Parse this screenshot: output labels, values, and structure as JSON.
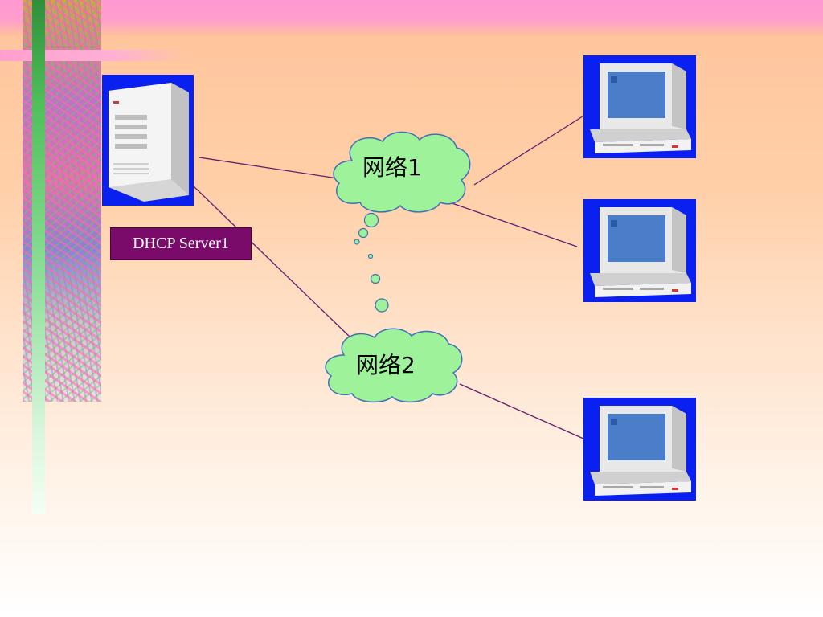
{
  "diagram": {
    "server": {
      "label": "DHCP Server1",
      "icon": "server-tower-icon"
    },
    "networks": [
      {
        "id": "net1",
        "label": "网络1"
      },
      {
        "id": "net2",
        "label": "网络2"
      }
    ],
    "clients": [
      {
        "id": "pc1",
        "icon": "desktop-computer-icon",
        "network": "net1"
      },
      {
        "id": "pc2",
        "icon": "desktop-computer-icon",
        "network": "net1"
      },
      {
        "id": "pc3",
        "icon": "desktop-computer-icon",
        "network": "net2"
      }
    ],
    "colors": {
      "cloud_fill": "#9ef29a",
      "cloud_stroke": "#3f6fb4",
      "link_line": "#6a1a6a",
      "label_bg": "#7b0b6b",
      "icon_bg": "#0a20f0"
    }
  }
}
